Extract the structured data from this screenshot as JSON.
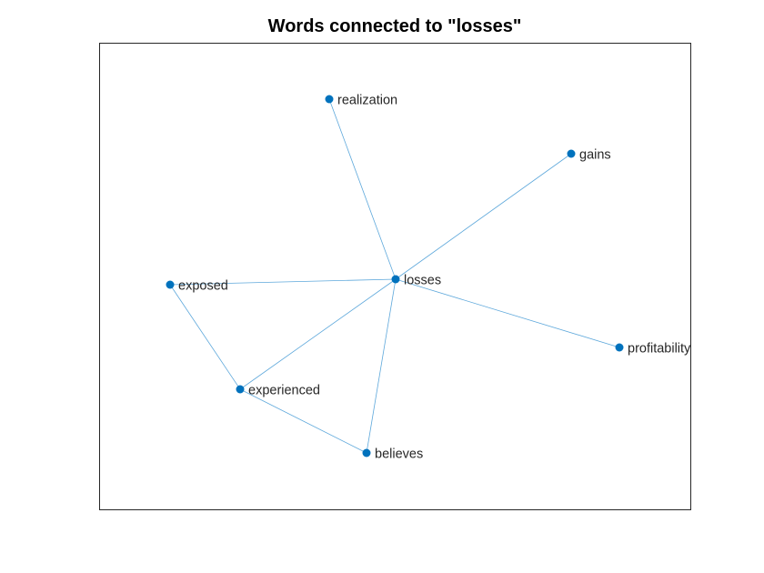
{
  "title": "Words connected to \"losses\"",
  "colors": {
    "node": "#0072BD",
    "edge": "#5EA8DB",
    "axes": "#262626"
  },
  "graph": {
    "nodes": [
      "losses",
      "realization",
      "gains",
      "exposed",
      "profitability",
      "experienced",
      "believes"
    ],
    "edges": [
      [
        "losses",
        "realization"
      ],
      [
        "losses",
        "gains"
      ],
      [
        "losses",
        "exposed"
      ],
      [
        "losses",
        "profitability"
      ],
      [
        "losses",
        "experienced"
      ],
      [
        "losses",
        "believes"
      ],
      [
        "exposed",
        "experienced"
      ],
      [
        "experienced",
        "believes"
      ]
    ]
  }
}
